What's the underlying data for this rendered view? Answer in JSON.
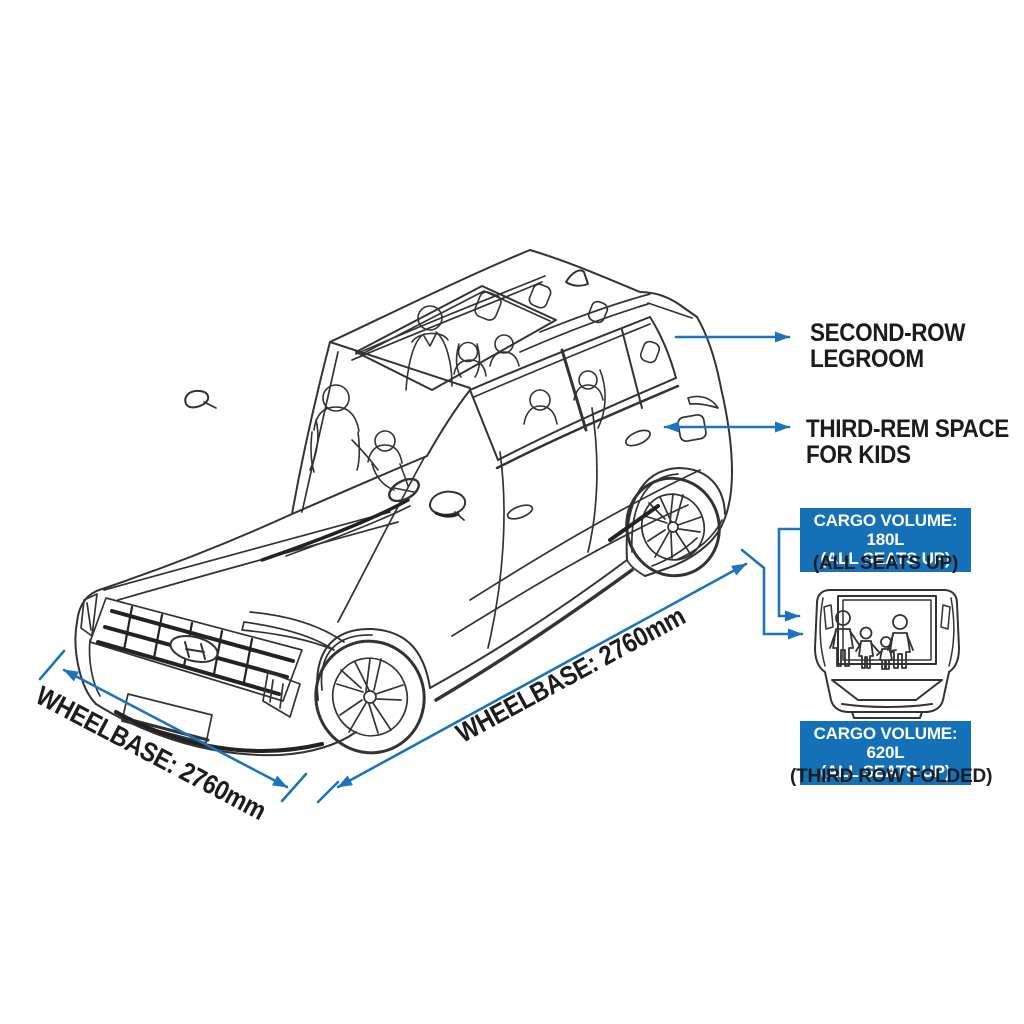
{
  "colors": {
    "accent_blue": "#1e73be",
    "badge_blue": "#1471b7",
    "ink": "#1c1c1c",
    "line_art": "#333333",
    "background": "#ffffff"
  },
  "callouts": {
    "second_row": {
      "line1": "SECOND-ROW",
      "line2": "LEGROOM"
    },
    "third_row": {
      "line1": "THIRD-REM SPACE",
      "line2": "FOR KIDS"
    }
  },
  "cargo_badges": {
    "seats_up": {
      "line1": "CARGO VOLUME: 180L",
      "line2": "(ALL SEATS UP)",
      "caption": "(ALL SEATS UP)"
    },
    "third_row_folded": {
      "line1": "CARGO VOLUME: 620L",
      "line2": "(ALL SEATS UP)",
      "caption": "(THIRD ROW FOLDED)"
    }
  },
  "dimensions": {
    "wheelbase_front": "WHEELBASE: 2760mm",
    "wheelbase_side": "WHEELBASE: 2760mm"
  },
  "illustration": {
    "vehicle": "three-row SUV cutaway line drawing with passengers",
    "cargo": "rear cargo opening with family of four"
  }
}
